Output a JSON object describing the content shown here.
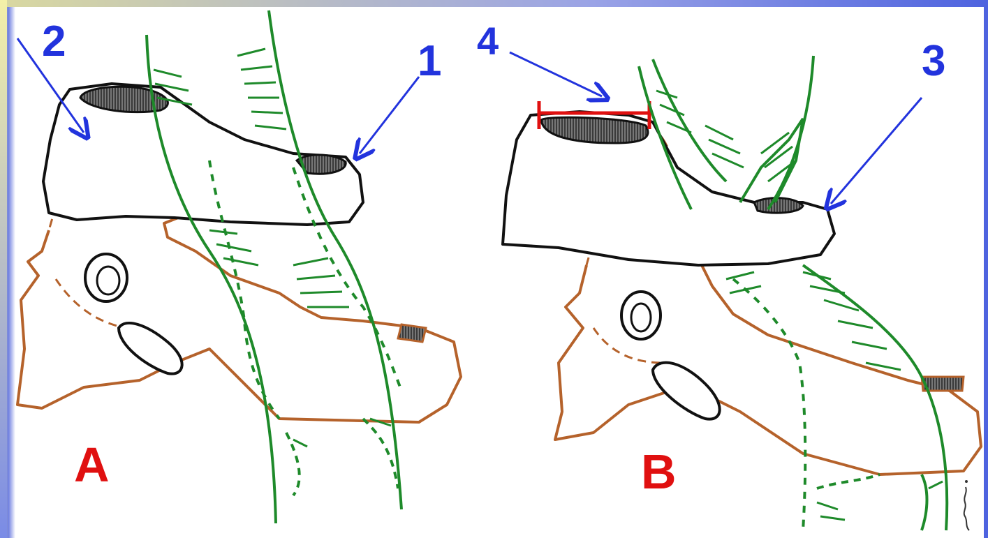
{
  "colors": {
    "rock_outline": "#111111",
    "brown_rock": "#b5622b",
    "plant": "#1e8a2a",
    "arrow": "#2233dd",
    "label_panel": "#e01010",
    "measure_bar": "#e01010",
    "hole_fill": "#333333"
  },
  "numbers": {
    "n1": "1",
    "n2": "2",
    "n3": "3",
    "n4": "4"
  },
  "panels": {
    "a": "A",
    "b": "B"
  }
}
